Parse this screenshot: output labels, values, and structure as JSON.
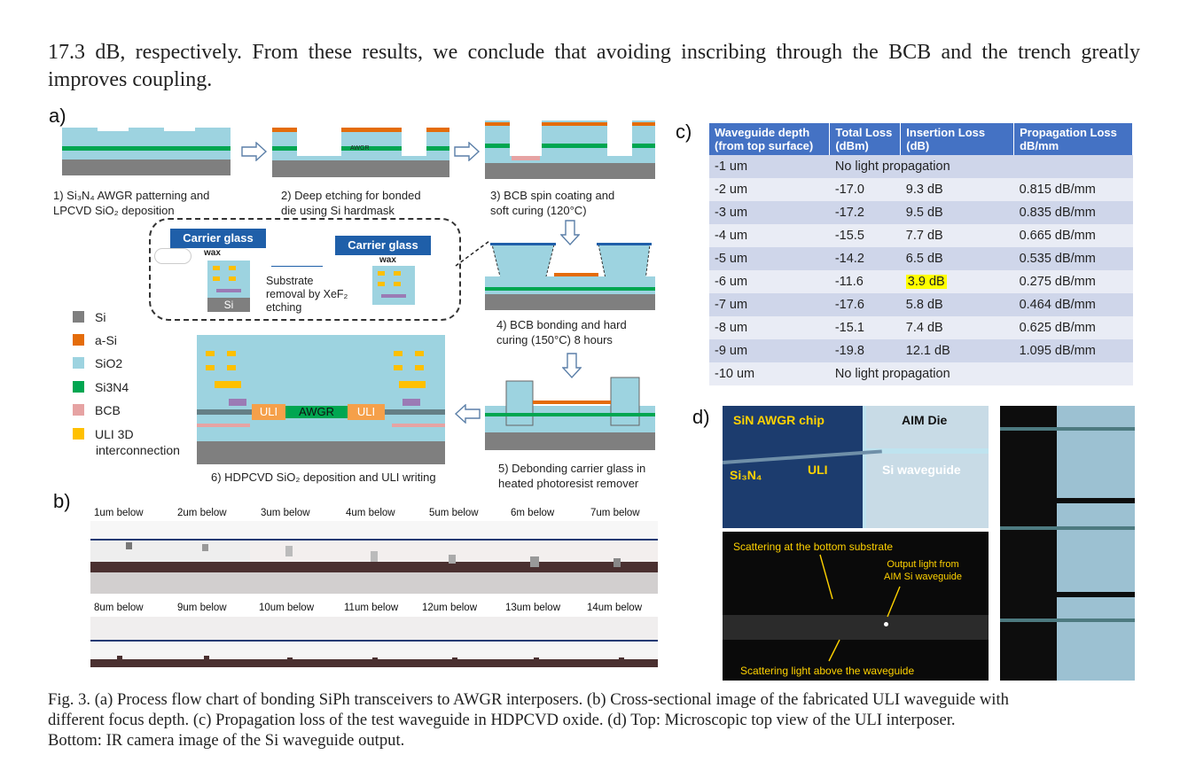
{
  "intro_text": "17.3 dB, respectively. From these results, we conclude that avoiding inscribing through the BCB and the trench greatly improves coupling.",
  "panel_labels": {
    "a": "a)",
    "b": "b)",
    "c": "c)",
    "d": "d)"
  },
  "process_steps": {
    "step1_line1": "1) Si₃N₄ AWGR patterning and",
    "step1_line2": "LPCVD SiO₂ deposition",
    "step2_line1": "2) Deep etching for bonded",
    "step2_line2": "die using Si hardmask",
    "step3_line1": "3)  BCB spin coating and",
    "step3_line2": "soft curing (120°C)",
    "step4_line1": "4) BCB bonding and hard",
    "step4_line2": "curing (150°C) 8 hours",
    "step5_line1": "5) Debonding carrier glass in",
    "step5_line2": "heated photoresist remover",
    "step6": "6) HDPCVD SiO₂ deposition and ULI writing"
  },
  "inset": {
    "carrier_glass": "Carrier glass",
    "wax": "wax",
    "si": "Si",
    "substrate_line1": "Substrate",
    "substrate_line2": "removal by XeF₂",
    "substrate_line3": "etching"
  },
  "diagram_labels": {
    "awgr": "AWGR",
    "uli": "ULI",
    "awgr_small": "AWGR"
  },
  "legend": [
    {
      "label": "Si",
      "color": "#7f7f7f"
    },
    {
      "label": "a-Si",
      "color": "#e46c0a"
    },
    {
      "label": "SiO2",
      "color": "#9dd3e0"
    },
    {
      "label": "Si3N4",
      "color": "#00a651"
    },
    {
      "label": "BCB",
      "color": "#e6a3a3"
    },
    {
      "label": "ULI 3D",
      "label2": "interconnection",
      "color": "#ffc000"
    }
  ],
  "focus_row1": [
    "1um below",
    "2um below",
    "3um below",
    "4um below",
    "5um below",
    "6m below",
    "7um below"
  ],
  "focus_row2": [
    "8um below",
    "9um below",
    "10um below",
    "11um below",
    "12um below",
    "13um below",
    "14um below"
  ],
  "table": {
    "headers": [
      "Waveguide depth (from top surface)",
      "Total Loss (dBm)",
      "Insertion Loss (dB)",
      "Propagation Loss dB/mm"
    ],
    "rows": [
      {
        "depth": "-1 um",
        "note": "No light propagation"
      },
      {
        "depth": "-2 um",
        "total": "-17.0",
        "insertion": "9.3 dB",
        "propagation": "0.815 dB/mm"
      },
      {
        "depth": "-3 um",
        "total": "-17.2",
        "insertion": "9.5 dB",
        "propagation": "0.835 dB/mm"
      },
      {
        "depth": "-4 um",
        "total": "-15.5",
        "insertion": "7.7 dB",
        "propagation": "0.665 dB/mm"
      },
      {
        "depth": "-5 um",
        "total": "-14.2",
        "insertion": "6.5 dB",
        "propagation": "0.535 dB/mm"
      },
      {
        "depth": "-6 um",
        "total": "-11.6",
        "insertion": "3.9 dB",
        "propagation": "0.275 dB/mm",
        "highlight": true
      },
      {
        "depth": "-7 um",
        "total": "-17.6",
        "insertion": "5.8 dB",
        "propagation": "0.464 dB/mm"
      },
      {
        "depth": "-8 um",
        "total": "-15.1",
        "insertion": "7.4 dB",
        "propagation": "0.625 dB/mm"
      },
      {
        "depth": "-9 um",
        "total": "-19.8",
        "insertion": "12.1 dB",
        "propagation": "1.095 dB/mm"
      },
      {
        "depth": "-10 um",
        "note": "No light propagation"
      }
    ]
  },
  "micro_labels": {
    "sin_chip": "SiN AWGR chip",
    "aim_die": "AIM Die",
    "si3n4": "Si₃N₄",
    "uli": "ULI",
    "si_waveguide": "Si waveguide",
    "scatter_bottom": "Scattering at the bottom substrate",
    "output_line1": "Output light from",
    "output_line2": "AIM Si waveguide",
    "scatter_above": "Scattering light above the waveguide"
  },
  "caption_line1": "Fig. 3. (a) Process flow chart of bonding SiPh transceivers to AWGR interposers. (b) Cross-sectional image of the fabricated ULI waveguide with",
  "caption_line2": "different focus depth. (c) Propagation loss of the test waveguide in HDPCVD oxide. (d)  Top: Microscopic top view of the ULI interposer.",
  "caption_line3": "Bottom: IR camera image of the Si waveguide output."
}
